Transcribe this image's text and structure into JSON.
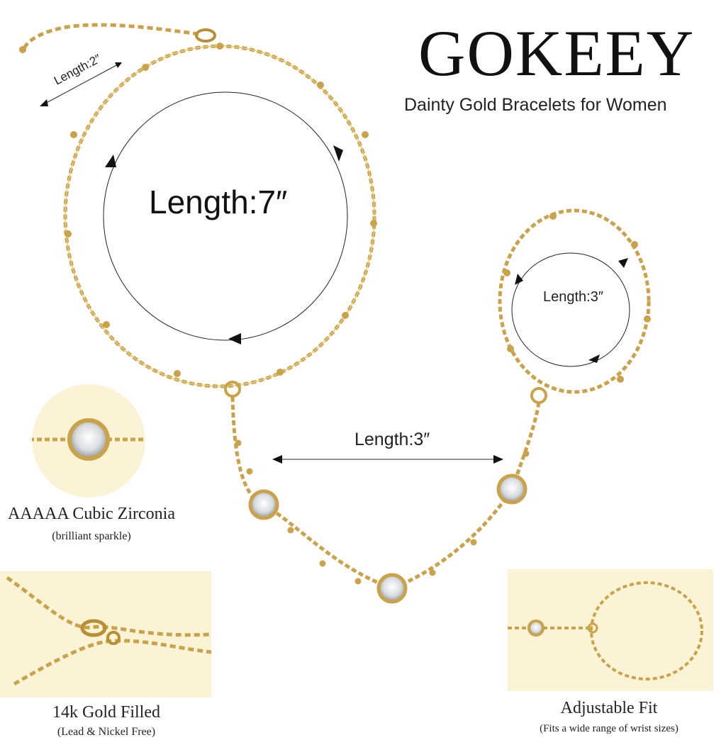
{
  "brand": "GOKEEY",
  "subtitle": "Dainty Gold Bracelets for Women",
  "measurements": {
    "extender": "Length:2″",
    "bracelet": "Length:7″",
    "ring": "Length:3″",
    "connector": "Length:3″"
  },
  "features": [
    {
      "title": "AAAAA Cubic Zirconia",
      "subtitle": "(brilliant sparkle)"
    },
    {
      "title": "14k Gold Filled",
      "subtitle": "(Lead & Nickel Free)"
    },
    {
      "title": "Adjustable Fit",
      "subtitle": "(Fits a wide range of wrist sizes)"
    }
  ],
  "colors": {
    "gold": "#c9a24a",
    "gold_light": "#e6c878",
    "cream_panel": "#fbf3d6",
    "text": "#1a1a1a"
  },
  "icons": [
    "bracelet-chain-icon",
    "ring-chain-icon",
    "cubic-zirconia-stone-icon",
    "lobster-clasp-icon",
    "arrow-icon"
  ]
}
